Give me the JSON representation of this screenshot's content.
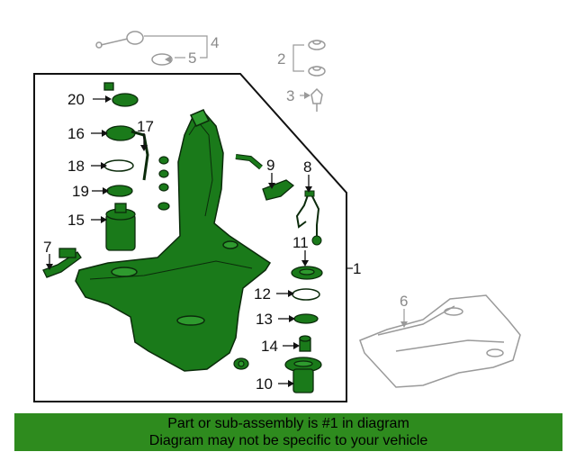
{
  "diagram": {
    "callouts": {
      "c1": "1",
      "c2": "2",
      "c3": "3",
      "c4": "4",
      "c5": "5",
      "c6": "6",
      "c7": "7",
      "c8": "8",
      "c9": "9",
      "c10": "10",
      "c11": "11",
      "c12": "12",
      "c13": "13",
      "c14": "14",
      "c15": "15",
      "c16": "16",
      "c17": "17",
      "c18": "18",
      "c19": "19",
      "c20": "20"
    },
    "highlight_color": "#1f7a1f",
    "part_color": "#1a7a1a",
    "outline_color": "#111111",
    "greyed_color": "#9a9a9a"
  },
  "banner": {
    "line1": "Part or sub-assembly is #1 in diagram",
    "line2": "Diagram may not be specific to your vehicle",
    "background": "#2e8b1e"
  }
}
